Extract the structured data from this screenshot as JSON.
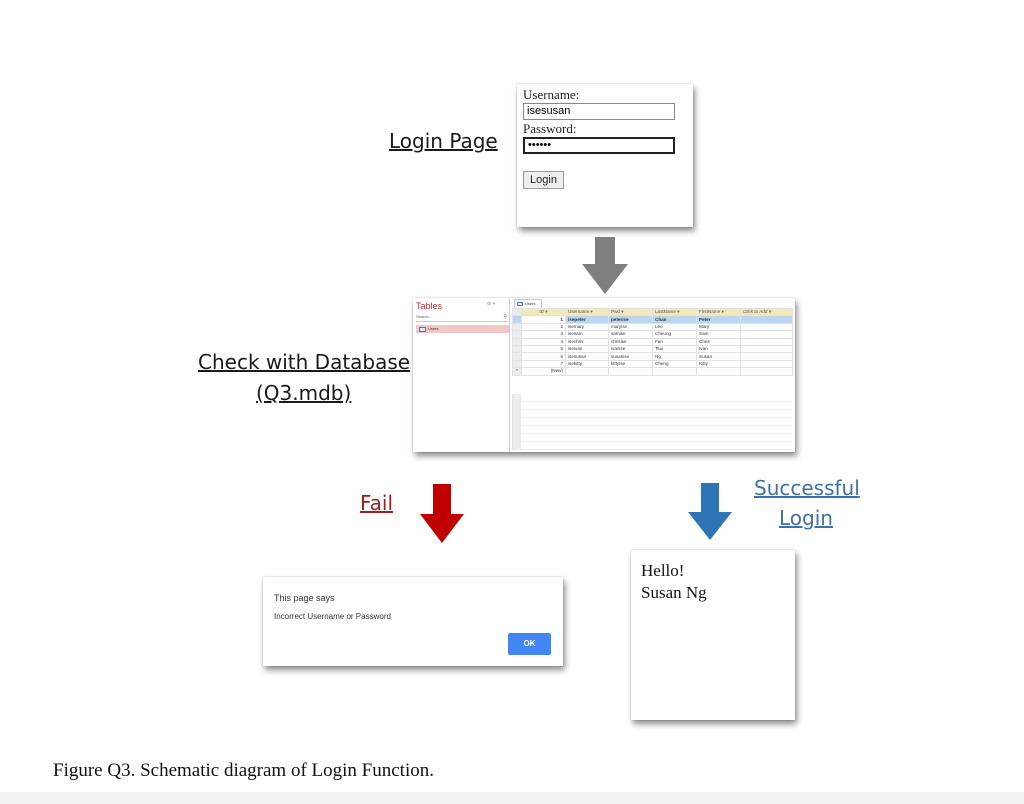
{
  "labels": {
    "login_page": "Login Page",
    "check_db_line1": "Check with Database",
    "check_db_line2": "(Q3.mdb)",
    "fail": "Fail",
    "success_line1": "Successful",
    "success_line2": "Login"
  },
  "colors": {
    "fail": "#a11d1d",
    "success": "#3d6fa8",
    "arrow_gray": "#7f7f7f",
    "arrow_red": "#c00000",
    "arrow_blue": "#2e75b6"
  },
  "login_form": {
    "username_label": "Username:",
    "username_value": "isesusan",
    "password_label": "Password:",
    "password_value": "••••••",
    "login_button": "Login"
  },
  "database": {
    "nav_title": "Tables",
    "nav_controls": "⊙ «",
    "search_placeholder": "Search...",
    "table_item": "Users",
    "tab_label": "Users",
    "columns": [
      "ID",
      "Username",
      "Pwd",
      "LastName",
      "FirstName",
      "Click to Add"
    ],
    "rows": [
      {
        "id": "1",
        "username": "isepeter",
        "pwd": "peterise",
        "last": "Chan",
        "first": "Peter"
      },
      {
        "id": "2",
        "username": "isemary",
        "pwd": "maryise",
        "last": "Lee",
        "first": "Mary"
      },
      {
        "id": "3",
        "username": "isesam",
        "pwd": "samise",
        "last": "Cheung",
        "first": "Sam"
      },
      {
        "id": "4",
        "username": "isechris",
        "pwd": "chrisise",
        "last": "Fan",
        "first": "Chris"
      },
      {
        "id": "5",
        "username": "iseivan",
        "pwd": "ivanise",
        "last": "Tsui",
        "first": "Ivan"
      },
      {
        "id": "6",
        "username": "isesusan",
        "pwd": "susanise",
        "last": "Ng",
        "first": "Susan"
      },
      {
        "id": "7",
        "username": "isekitty",
        "pwd": "kittyise",
        "last": "Cheng",
        "first": "Kitty"
      }
    ],
    "new_row": "(New)",
    "new_marker": "*"
  },
  "alert": {
    "title": "This page says",
    "message": "Incorrect Username or Password",
    "ok": "OK"
  },
  "success_page": {
    "line1": "Hello!",
    "line2": "Susan Ng"
  },
  "caption": "Figure Q3. Schematic diagram of Login Function."
}
